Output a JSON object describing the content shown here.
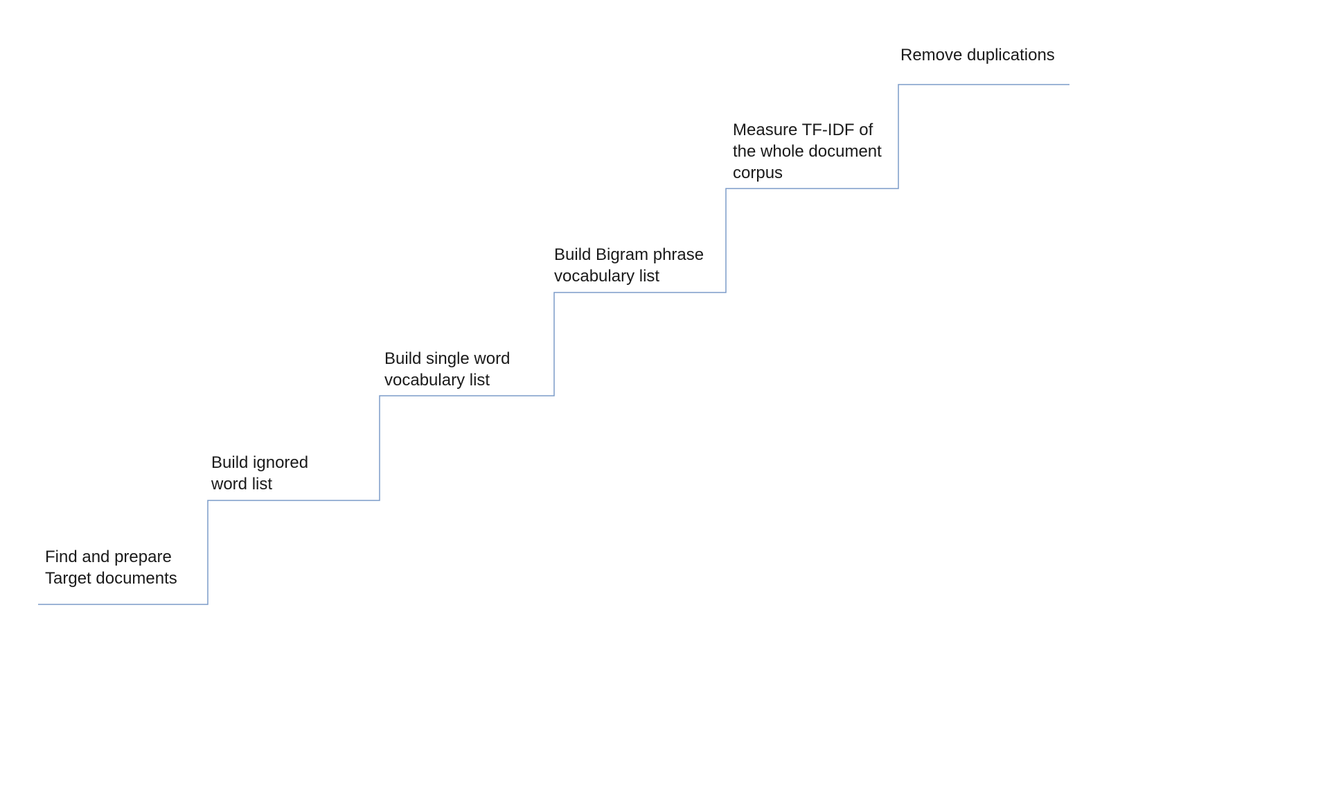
{
  "diagram": {
    "type": "staircase-process",
    "title": "",
    "line_color": "#7c9bc8",
    "text_color": "#1a1a1a",
    "steps": [
      {
        "index": 1,
        "label": "Find and prepare\nTarget documents"
      },
      {
        "index": 2,
        "label": "Build ignored\nword list"
      },
      {
        "index": 3,
        "label": "Build single word\nvocabulary list"
      },
      {
        "index": 4,
        "label": "Build Bigram phrase\nvocabulary list"
      },
      {
        "index": 5,
        "label": "Measure TF-IDF of\nthe whole document\ncorpus"
      },
      {
        "index": 6,
        "label": "Remove duplications"
      }
    ]
  }
}
